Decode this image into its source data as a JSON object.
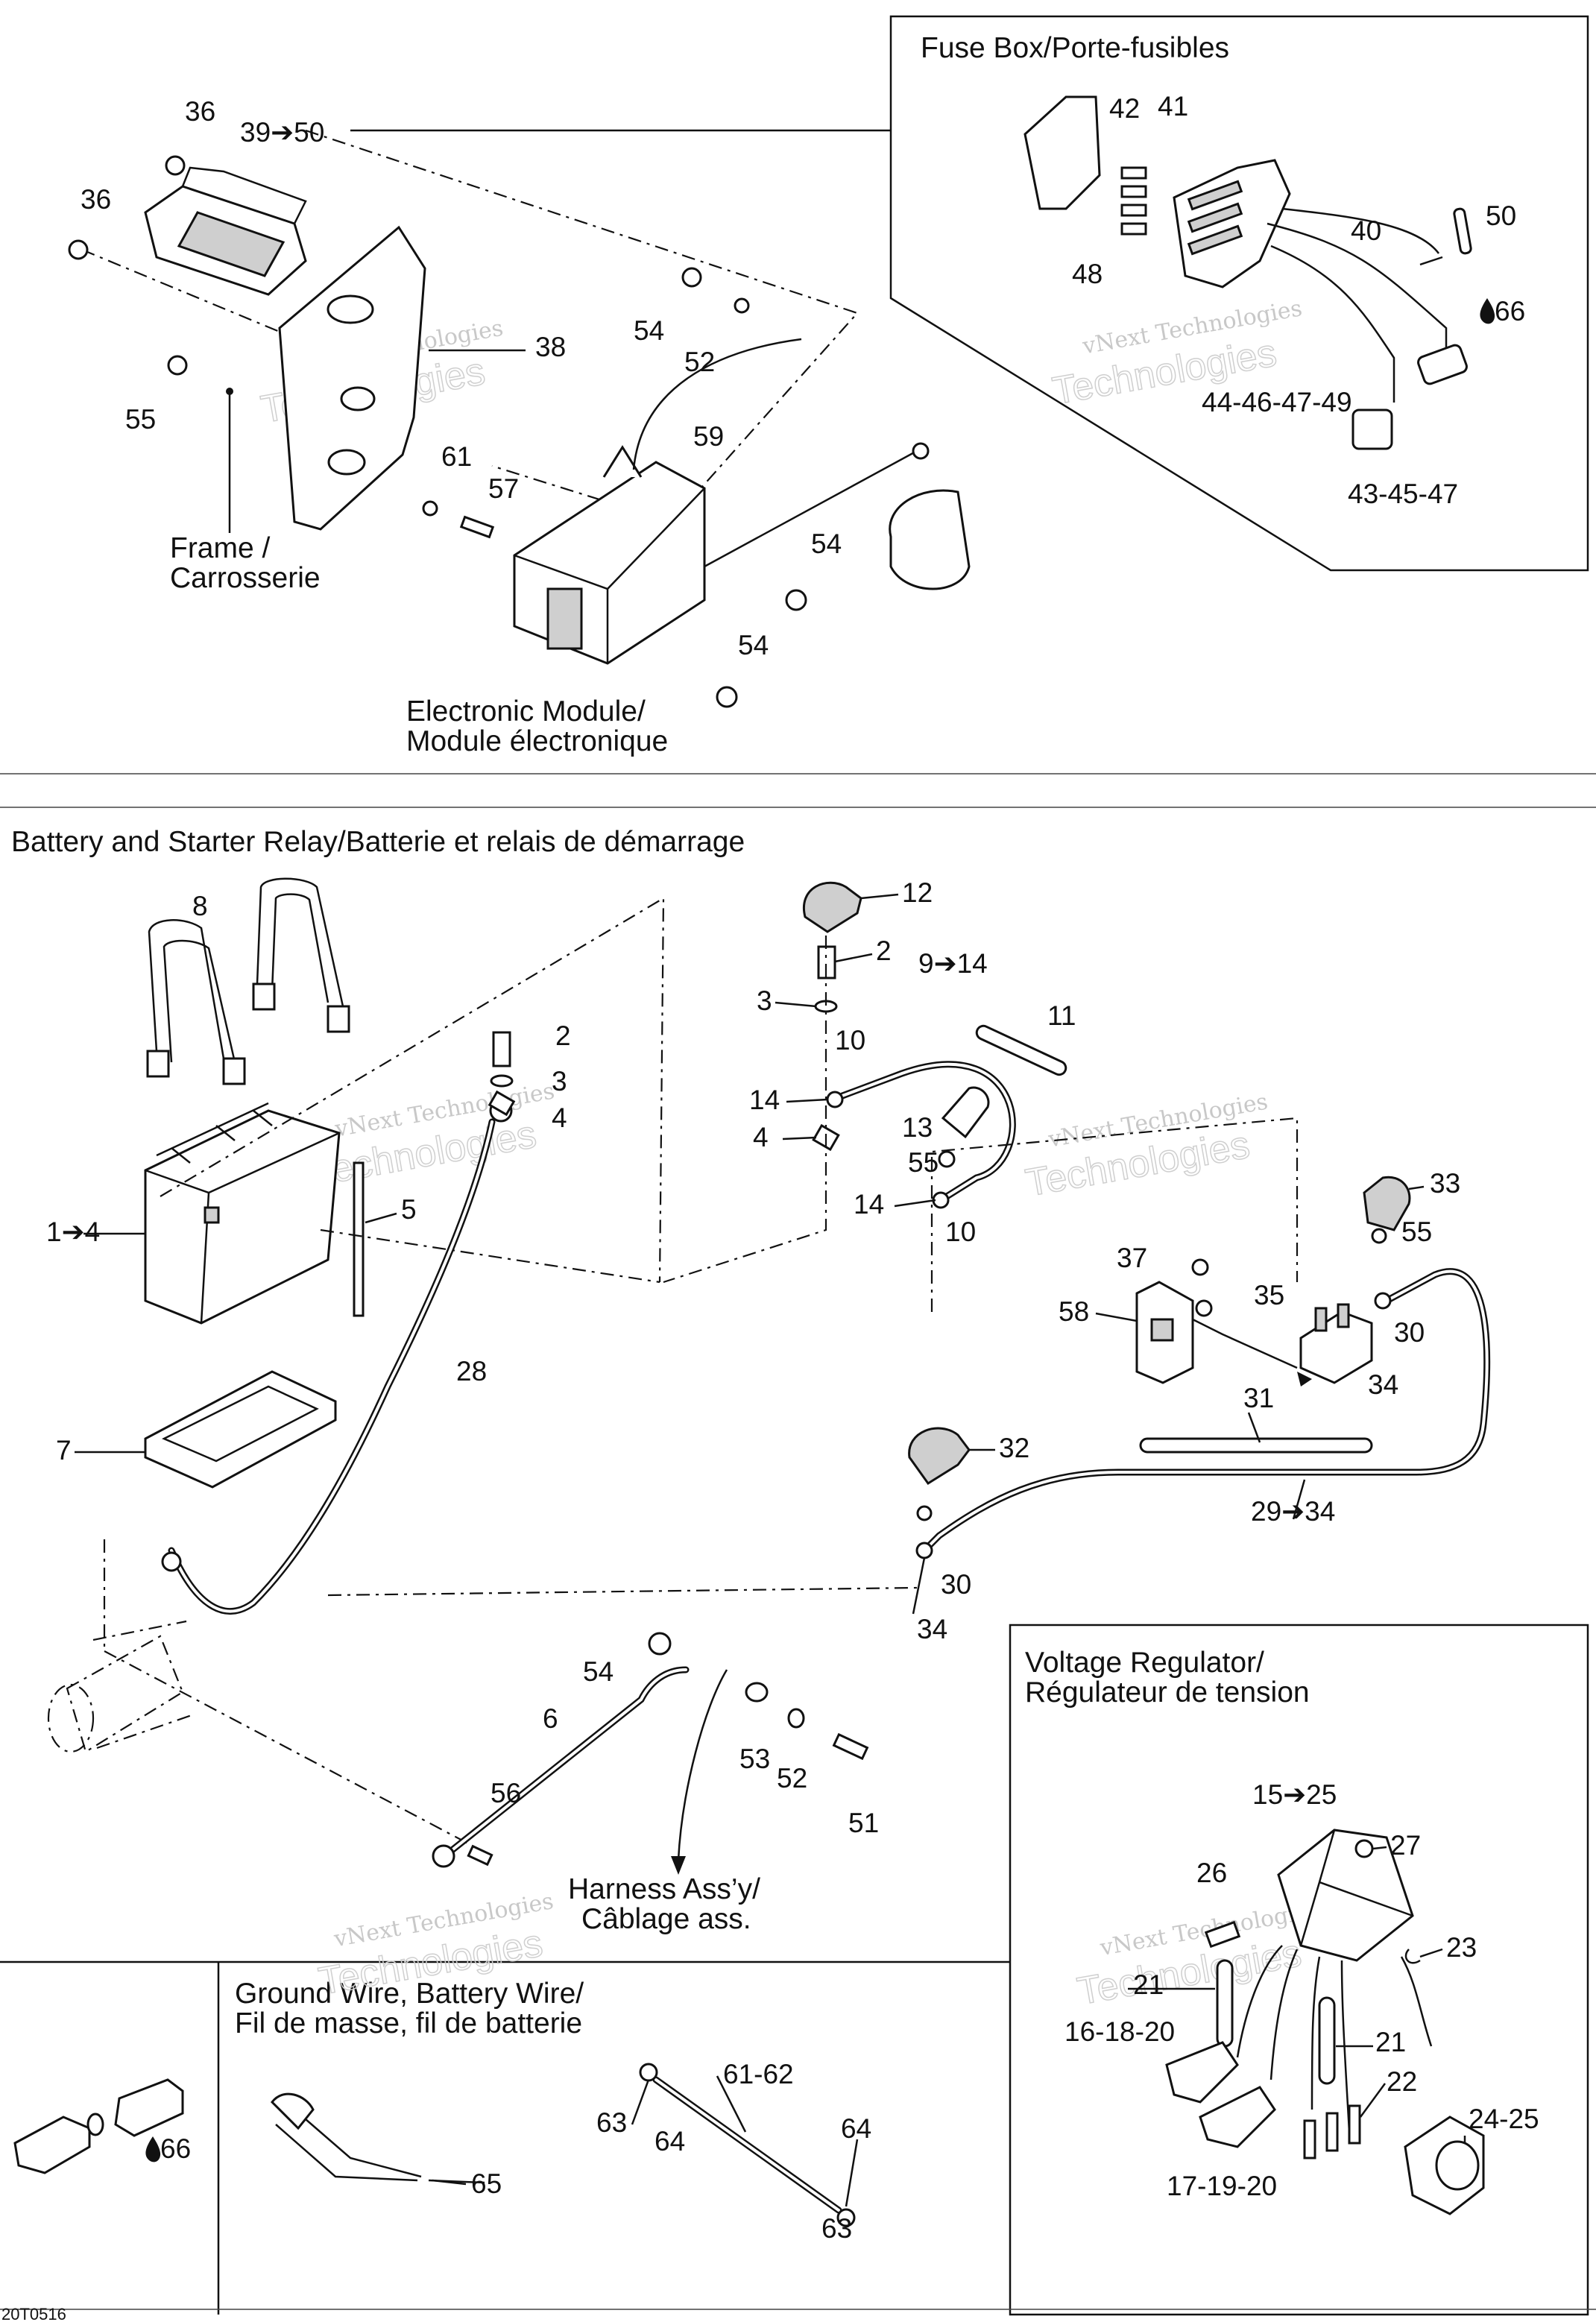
{
  "sections": {
    "fuse_box": "Fuse Box/Porte-fusibles",
    "electronic_module_en": "Electronic Module/",
    "electronic_module_fr": "Module électronique",
    "frame_en": "Frame /",
    "frame_fr": "Carrosserie",
    "battery_relay": "Battery and Starter Relay/Batterie et relais de démarrage",
    "voltage_regulator_en": "Voltage Regulator/",
    "voltage_regulator_fr": "Régulateur de tension",
    "ground_wire_en": "Ground Wire, Battery Wire/",
    "ground_wire_fr": "Fil de masse, fil de batterie",
    "harness_en": "Harness Ass’y/",
    "harness_fr": "Câblage ass."
  },
  "watermark": {
    "line1": "vNext Technologies",
    "line2": "Technologies"
  },
  "footer_code": "20T0516",
  "callouts": {
    "c36a": "36",
    "c36b": "36",
    "c39_50": "39➔50",
    "c38": "38",
    "c55a": "55",
    "c54a": "54",
    "c52a": "52",
    "c59": "59",
    "c61a": "61",
    "c57": "57",
    "c54b": "54",
    "c54c": "54",
    "c42": "42",
    "c41": "41",
    "c40": "40",
    "c50": "50",
    "c48": "48",
    "c66a": "66",
    "c44_49": "44-46-47-49",
    "c43_47": "43-45-47",
    "c8": "8",
    "c2a": "2",
    "c3a": "3",
    "c4a": "4",
    "c1_4": "1➔4",
    "c5": "5",
    "c28": "28",
    "c7": "7",
    "c12": "12",
    "c2b": "2",
    "c3b": "3",
    "c9_14": "9➔14",
    "c11": "11",
    "c10a": "10",
    "c14a": "14",
    "c4b": "4",
    "c13": "13",
    "c55b": "55",
    "c14b": "14",
    "c10b": "10",
    "c33": "33",
    "c55c": "55",
    "c37": "37",
    "c35": "35",
    "c58": "58",
    "c30a": "30",
    "c34a": "34",
    "c31": "31",
    "c32": "32",
    "c29_34": "29➔34",
    "c30b": "30",
    "c34b": "34",
    "c54d": "54",
    "c6": "6",
    "c53": "53",
    "c52b": "52",
    "c51": "51",
    "c56": "56",
    "c15_25": "15➔25",
    "c27": "27",
    "c26": "26",
    "c23": "23",
    "c21a": "21",
    "c16_20": "16-18-20",
    "c21b": "21",
    "c22": "22",
    "c24_25": "24-25",
    "c17_20": "17-19-20",
    "c61_62": "61-62",
    "c63a": "63",
    "c64a": "64",
    "c64b": "64",
    "c63b": "63",
    "c65": "65",
    "c66b": "66"
  }
}
